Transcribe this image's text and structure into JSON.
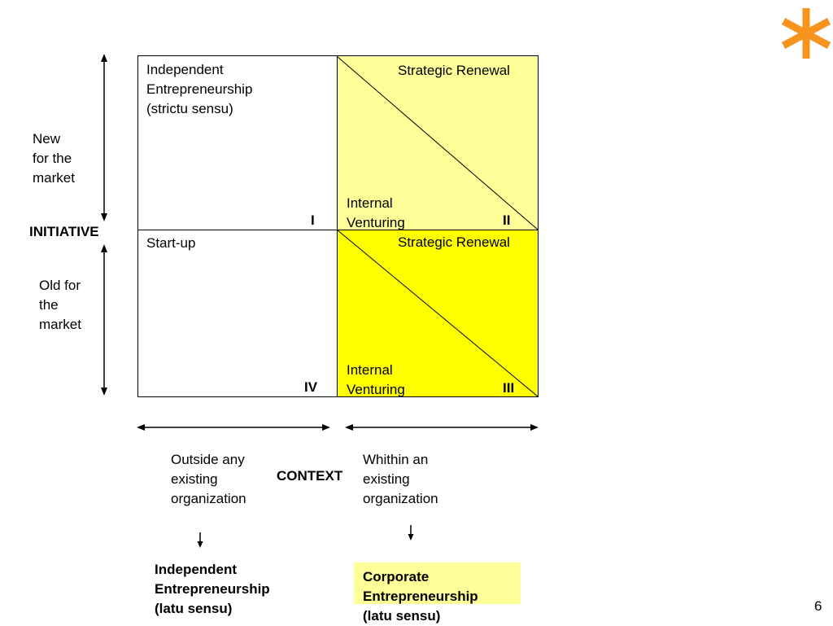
{
  "slide": {
    "page_number": "6",
    "decor_icon": "orange-asterisk-icon",
    "colors": {
      "light_yellow": "#FFFF99",
      "yellow": "#FFFF00",
      "accent": "#F7941D",
      "note_bg": "#FFFF99"
    }
  },
  "matrix": {
    "q1": {
      "label": "Independent\nEntrepreneurship\n(strictu sensu)",
      "roman": "I"
    },
    "q2": {
      "top_label": "Strategic Renewal",
      "bottom_label": "Internal\nVenturing",
      "roman": "II"
    },
    "q3": {
      "top_label": "Strategic Renewal",
      "bottom_label": "Internal\nVenturing",
      "roman": "III"
    },
    "q4": {
      "label": "Start-up",
      "roman": "IV"
    }
  },
  "initiative": {
    "title": "INITIATIVE",
    "top_label": "New\nfor the\nmarket",
    "bottom_label": "Old for\nthe\nmarket"
  },
  "context": {
    "title": "CONTEXT",
    "left_label": "Outside any\nexisting\norganization",
    "right_label": "Whithin an\nexisting\norganization"
  },
  "outcomes": {
    "left": "Independent\nEntrepreneurship\n(latu sensu)",
    "right": "Corporate\nEntrepreneurship\n(latu sensu)"
  }
}
